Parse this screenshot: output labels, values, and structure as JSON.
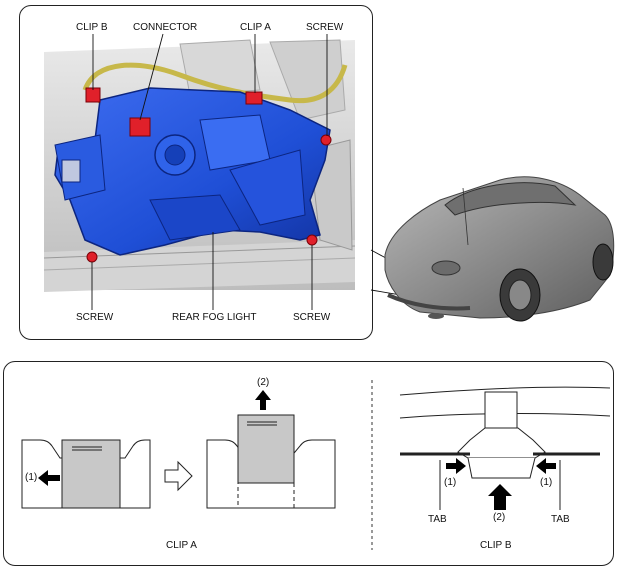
{
  "top_callouts": {
    "clip_b": "CLIP B",
    "connector": "CONNECTOR",
    "clip_a": "CLIP A",
    "screw_top_right": "SCREW",
    "screw_bottom_left": "SCREW",
    "rear_fog_light": "REAR FOG LIGHT",
    "screw_bottom_right": "SCREW"
  },
  "clip_a_detail": {
    "caption": "CLIP A",
    "step_1": "(1)",
    "step_2": "(2)"
  },
  "clip_b_detail": {
    "caption": "CLIP B",
    "step_1_left": "(1)",
    "step_1_right": "(1)",
    "step_2": "(2)",
    "tab_left": "TAB",
    "tab_right": "TAB"
  },
  "colors": {
    "fog_light_body": "#1f4fd6",
    "clip_red": "#e0202a",
    "harness": "#c7b84a",
    "car_body": "#8a8a8a",
    "clip_gray": "#c8c8c8"
  }
}
